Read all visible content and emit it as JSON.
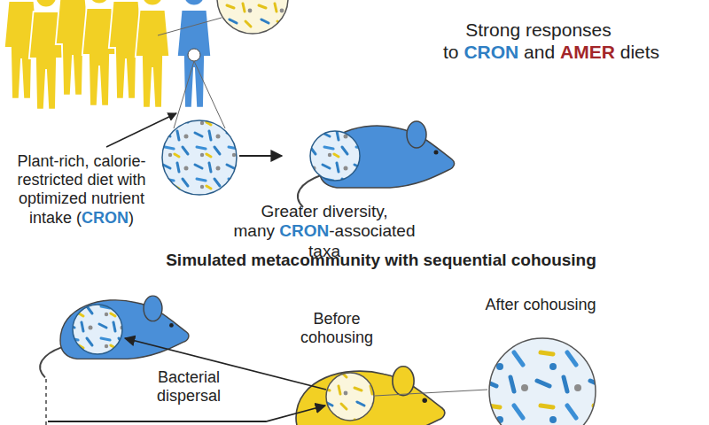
{
  "diagram": {
    "title": "Simulated metacommunity with sequential cohousing",
    "labels": [
      "Plant-rich, calorie-restricted diet with optimized nutrient intake (",
      "CRON",
      ")",
      "Greater diversity, many",
      "CRON",
      "-associated taxa",
      "Strong responses to",
      "CRON",
      "and",
      "AMER",
      "diets",
      "Before cohousing",
      "After cohousing",
      "Bacterial dispersal"
    ]
  }
}
